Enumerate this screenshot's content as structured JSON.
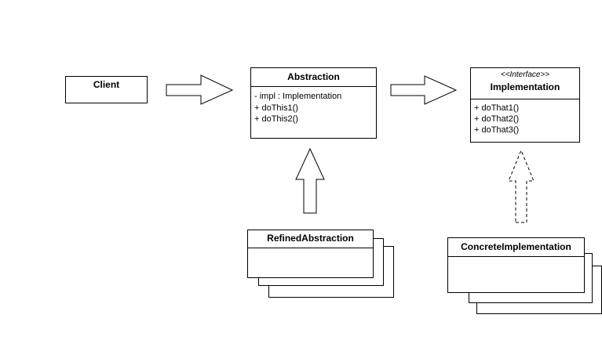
{
  "client": {
    "name": "Client"
  },
  "abstraction": {
    "name": "Abstraction",
    "members": [
      "- impl : Implementation",
      "+ doThis1()",
      "+ doThis2()"
    ]
  },
  "implementation": {
    "stereotype": "<<Interface>>",
    "name": "Implementation",
    "members": [
      "+ doThat1()",
      "+ doThat2()",
      "+ doThat3()"
    ]
  },
  "refined_abstraction": {
    "name": "RefinedAbstraction"
  },
  "concrete_implementation": {
    "name": "ConcreteImplementation"
  }
}
